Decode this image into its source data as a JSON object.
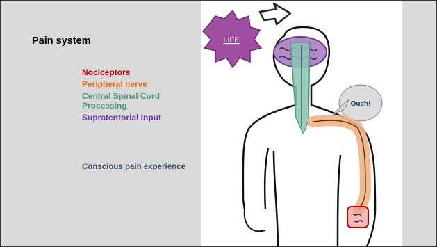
{
  "slide": {
    "title": "Pain system",
    "legend": [
      {
        "label": "Nociceptors",
        "color": "#c00000"
      },
      {
        "label": "Peripheral nerve",
        "color": "#e06c1a"
      },
      {
        "label": "Central Spinal Cord Processing",
        "color": "#4e9a8a"
      },
      {
        "label": "Supratentorial Input",
        "color": "#7030a0"
      }
    ],
    "conscious_label": "Conscious pain experience"
  },
  "diagram": {
    "life_label": "LIFE",
    "speech_label": "Ouch!"
  }
}
